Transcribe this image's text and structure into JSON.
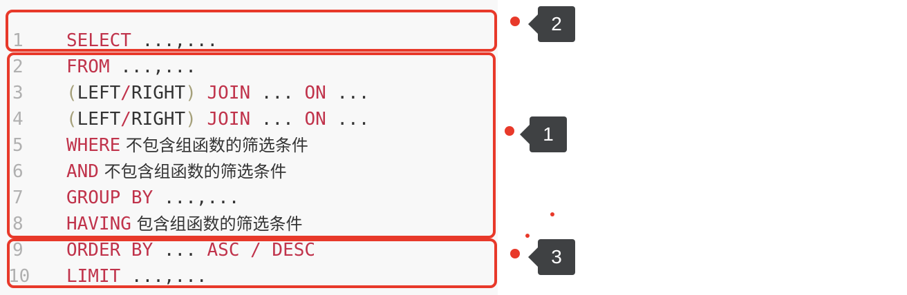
{
  "lines": [
    {
      "n": "1",
      "parts": [
        {
          "t": "SELECT",
          "c": "kw"
        },
        {
          "t": " ...,...",
          "c": "txt"
        }
      ]
    },
    {
      "n": "2",
      "parts": [
        {
          "t": "FROM",
          "c": "kw"
        },
        {
          "t": " ...,...",
          "c": "txt"
        }
      ]
    },
    {
      "n": "3",
      "parts": [
        {
          "t": "(",
          "c": "paren"
        },
        {
          "t": "LEFT",
          "c": "txt"
        },
        {
          "t": "/",
          "c": "kw"
        },
        {
          "t": "RIGHT",
          "c": "txt"
        },
        {
          "t": ")",
          "c": "paren"
        },
        {
          "t": " JOIN",
          "c": "kw"
        },
        {
          "t": " ... ",
          "c": "txt"
        },
        {
          "t": "ON",
          "c": "kw"
        },
        {
          "t": " ...",
          "c": "txt"
        }
      ]
    },
    {
      "n": "4",
      "parts": [
        {
          "t": "(",
          "c": "paren"
        },
        {
          "t": "LEFT",
          "c": "txt"
        },
        {
          "t": "/",
          "c": "kw"
        },
        {
          "t": "RIGHT",
          "c": "txt"
        },
        {
          "t": ")",
          "c": "paren"
        },
        {
          "t": " JOIN",
          "c": "kw"
        },
        {
          "t": " ... ",
          "c": "txt"
        },
        {
          "t": "ON",
          "c": "kw"
        },
        {
          "t": " ...",
          "c": "txt"
        }
      ]
    },
    {
      "n": "5",
      "parts": [
        {
          "t": "WHERE",
          "c": "kw"
        },
        {
          "t": " 不包含组函数的筛选条件",
          "c": "cjk"
        }
      ]
    },
    {
      "n": "6",
      "parts": [
        {
          "t": "AND",
          "c": "kw"
        },
        {
          "t": " 不包含组函数的筛选条件",
          "c": "cjk"
        }
      ]
    },
    {
      "n": "7",
      "parts": [
        {
          "t": "GROUP BY",
          "c": "kw"
        },
        {
          "t": " ...,...",
          "c": "txt"
        }
      ]
    },
    {
      "n": "8",
      "parts": [
        {
          "t": "HAVING",
          "c": "kw"
        },
        {
          "t": " 包含组函数的筛选条件",
          "c": "cjk"
        }
      ]
    },
    {
      "n": "9",
      "parts": [
        {
          "t": "ORDER BY",
          "c": "kw"
        },
        {
          "t": " ... ",
          "c": "txt"
        },
        {
          "t": "ASC / DESC",
          "c": "kw"
        }
      ]
    },
    {
      "n": "10",
      "parts": [
        {
          "t": "LIMIT",
          "c": "kw"
        },
        {
          "t": " ...,...",
          "c": "txt"
        }
      ]
    }
  ],
  "badges": {
    "select_group": "2",
    "main_group": "1",
    "order_group": "3"
  },
  "colors": {
    "keyword": "#c0334b",
    "paren": "#a5a07a",
    "annotation": "#e8392a",
    "badge": "#3f4143"
  }
}
